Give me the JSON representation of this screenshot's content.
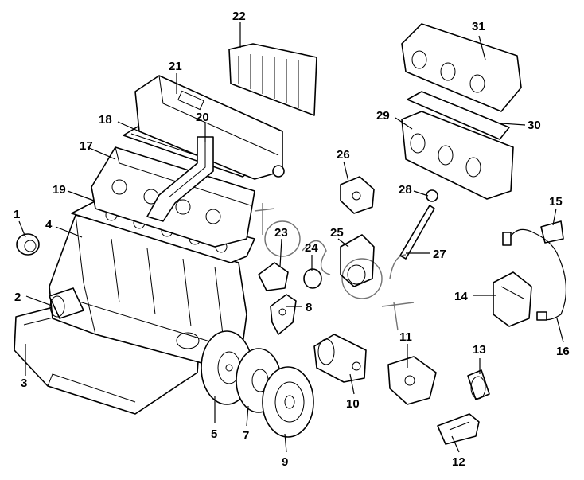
{
  "diagram": {
    "callouts": [
      "1",
      "2",
      "3",
      "4",
      "5",
      "7",
      "8",
      "9",
      "10",
      "11",
      "12",
      "13",
      "14",
      "15",
      "16",
      "17",
      "18",
      "19",
      "20",
      "21",
      "22",
      "23",
      "24",
      "25",
      "26",
      "27",
      "28",
      "29",
      "30",
      "31"
    ]
  }
}
